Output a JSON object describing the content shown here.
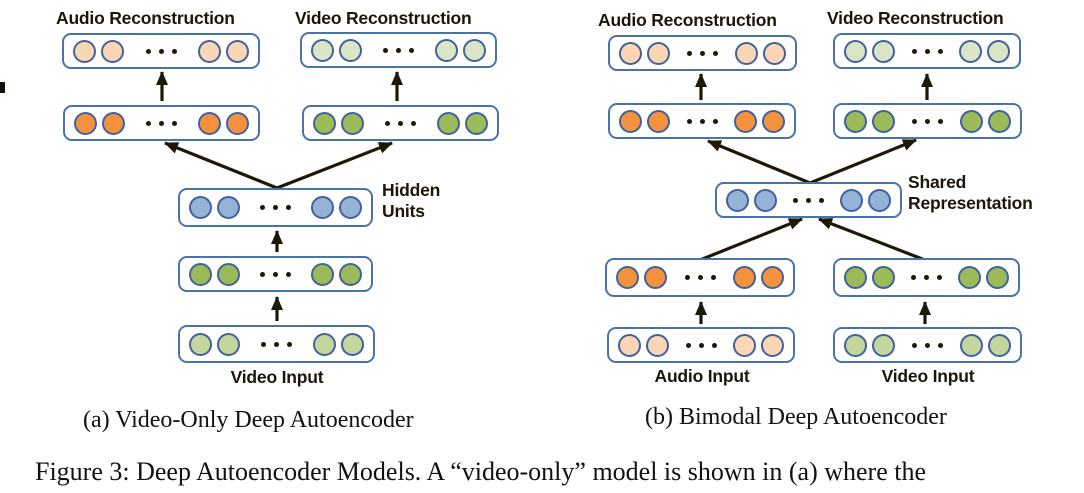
{
  "figure": {
    "caption": "Figure 3: Deep Autoencoder Models. A “video-only” model is shown in (a) where the"
  },
  "colors": {
    "box_border": "#4a72ab",
    "circle_border": "#41629e",
    "dot": "#1e1807",
    "arrow": "#1e1807",
    "label_text": "#1c160a",
    "light_orange": "#fbd6b5",
    "orange": "#f5923e",
    "blue": "#95b3d7",
    "green": "#9bbb59",
    "light_green": "#c3d69b",
    "lighter_green": "#d9e5c4"
  },
  "box_pattern": {
    "left_circles": 2,
    "dots": 3,
    "right_circles": 2
  },
  "diagram_a": {
    "subcaption": "(a) Video-Only Deep Autoencoder",
    "labels": {
      "audio_reconstruction": "Audio Reconstruction",
      "video_reconstruction": "Video Reconstruction",
      "hidden_units_line1": "Hidden",
      "hidden_units_line2": "Units",
      "video_input": "Video Input"
    },
    "layers": [
      {
        "name": "audio-reconstruction",
        "circle_color": "light_orange"
      },
      {
        "name": "video-reconstruction",
        "circle_color": "lighter_green"
      },
      {
        "name": "audio-hidden-2",
        "circle_color": "orange"
      },
      {
        "name": "video-hidden-2",
        "circle_color": "green"
      },
      {
        "name": "hidden-units",
        "circle_color": "blue"
      },
      {
        "name": "video-hidden-1",
        "circle_color": "green"
      },
      {
        "name": "video-input",
        "circle_color": "light_green"
      }
    ]
  },
  "diagram_b": {
    "subcaption": "(b) Bimodal Deep Autoencoder",
    "labels": {
      "audio_reconstruction": "Audio Reconstruction",
      "video_reconstruction": "Video Reconstruction",
      "shared_line1": "Shared",
      "shared_line2": "Representation",
      "audio_input": "Audio Input",
      "video_input": "Video Input"
    },
    "layers": [
      {
        "name": "audio-reconstruction",
        "circle_color": "light_orange"
      },
      {
        "name": "video-reconstruction",
        "circle_color": "lighter_green"
      },
      {
        "name": "audio-hidden-2",
        "circle_color": "orange"
      },
      {
        "name": "video-hidden-2",
        "circle_color": "green"
      },
      {
        "name": "shared-representation",
        "circle_color": "blue"
      },
      {
        "name": "audio-hidden-1",
        "circle_color": "orange"
      },
      {
        "name": "video-hidden-1",
        "circle_color": "green"
      },
      {
        "name": "audio-input",
        "circle_color": "light_orange"
      },
      {
        "name": "video-input",
        "circle_color": "light_green"
      }
    ]
  }
}
